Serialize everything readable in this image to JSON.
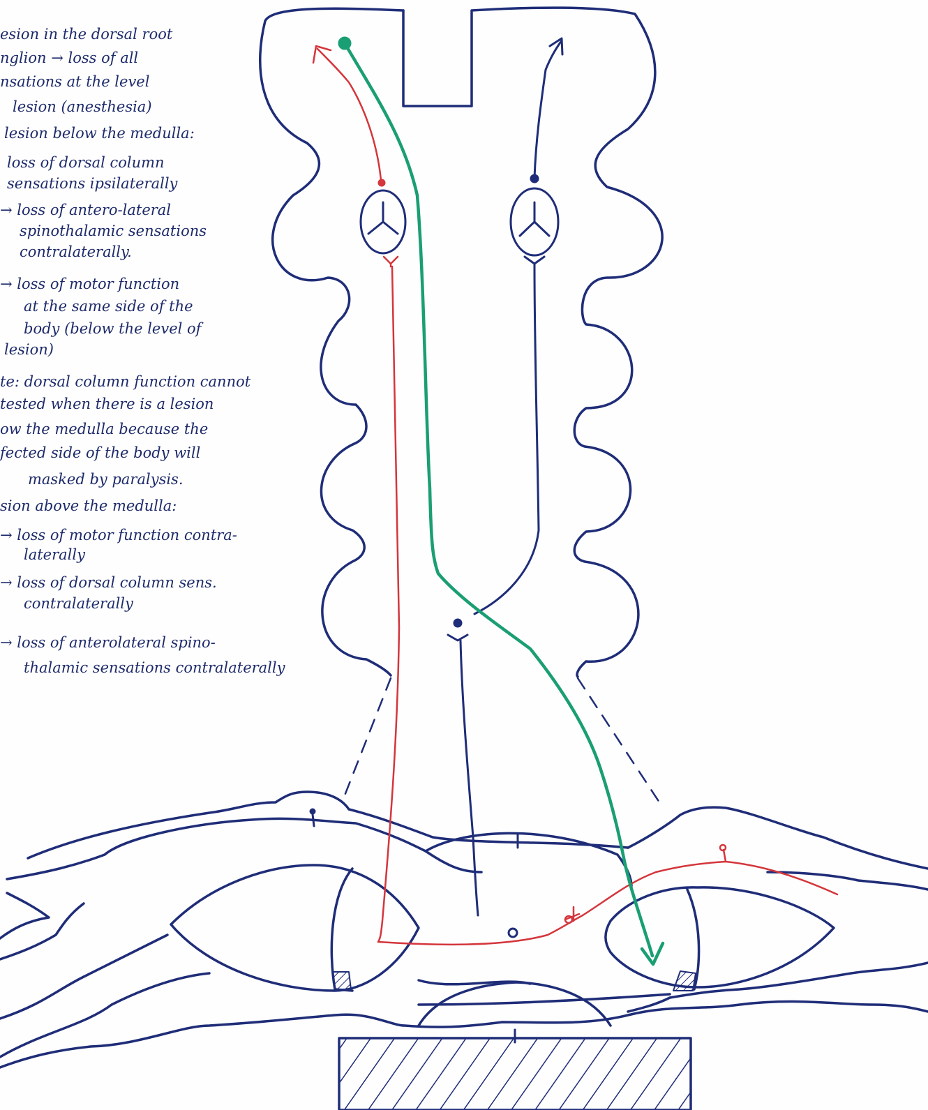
{
  "colors": {
    "ink_blue": "#1f2d78",
    "ink_red": "#d4363c",
    "ink_green": "#1a9e73",
    "paper": "#fefefe"
  },
  "notes": {
    "l1": "esion in the dorsal root",
    "l2": "nglion → loss of all",
    "l3": "nsations at the level",
    "l4": "lesion (anesthesia)",
    "l5": "lesion below the medulla:",
    "l6": "loss of dorsal column",
    "l7": "sensations ipsilaterally",
    "l8": "→ loss of antero-lateral",
    "l9": "spinothalamic sensations",
    "l10": "contralaterally.",
    "l11": "→ loss of motor function",
    "l12": "at the same side of the",
    "l13": "body (below the level of",
    "l14": "lesion)",
    "l15": "te: dorsal column function cannot",
    "l16": "tested when there is a lesion",
    "l17": "ow the medulla because the",
    "l18": "fected side of the body will",
    "l19": "masked by paralysis.",
    "l20": "sion above the medulla:",
    "l21": "→ loss of motor function contra-",
    "l22": "laterally",
    "l23": "→ loss of dorsal column sens.",
    "l24": "contralaterally",
    "l25": "→ loss of anterolateral spino-",
    "l26": "thalamic sensations contralaterally"
  }
}
